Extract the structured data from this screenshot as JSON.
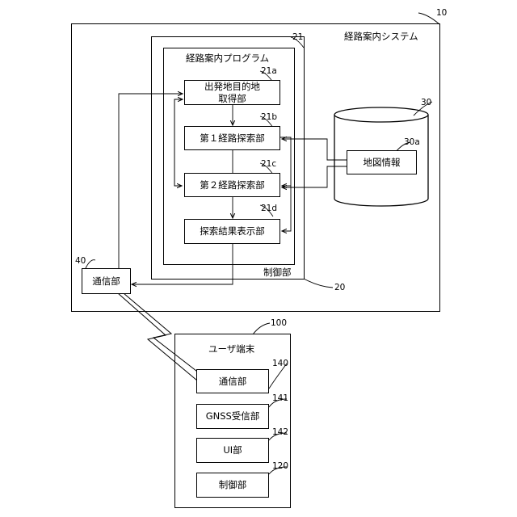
{
  "system": {
    "title": "経路案内システム",
    "ref": "10",
    "control_unit": {
      "label": "制御部",
      "ref": "20"
    },
    "program": {
      "title": "経路案内プログラム",
      "ref": "21",
      "modules": [
        {
          "label": "出発地目的地\n取得部",
          "ref": "21a"
        },
        {
          "label": "第１経路探索部",
          "ref": "21b"
        },
        {
          "label": "第２経路探索部",
          "ref": "21c"
        },
        {
          "label": "探索結果表示部",
          "ref": "21d"
        }
      ]
    },
    "comm": {
      "label": "通信部",
      "ref": "40"
    },
    "storage": {
      "ref": "30",
      "map_info": {
        "label": "地図情報",
        "ref": "30a"
      }
    }
  },
  "user_terminal": {
    "title": "ユーザ端末",
    "ref": "100",
    "modules": [
      {
        "label": "通信部",
        "ref": "140"
      },
      {
        "label": "GNSS受信部",
        "ref": "141"
      },
      {
        "label": "UI部",
        "ref": "142"
      },
      {
        "label": "制御部",
        "ref": "120"
      }
    ]
  }
}
